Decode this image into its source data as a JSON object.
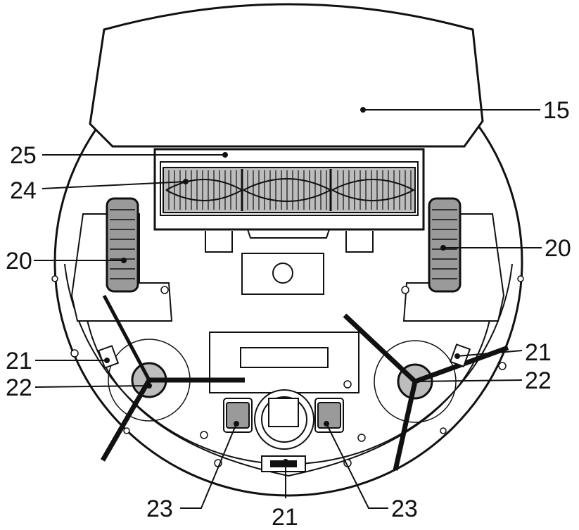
{
  "colors": {
    "outline": "#111111",
    "brush_fill": "#bdbdbd",
    "wheel_fill": "#9a9a9a",
    "background": "#ffffff"
  },
  "callouts": {
    "c15": "15",
    "c25": "25",
    "c24": "24",
    "c20_left": "20",
    "c20_right": "20",
    "c21_left": "21",
    "c22_left": "22",
    "c21_right": "21",
    "c22_right": "22",
    "c23_left": "23",
    "c21_bottom": "21",
    "c23_right": "23"
  },
  "icons": [
    "screw-icon"
  ]
}
